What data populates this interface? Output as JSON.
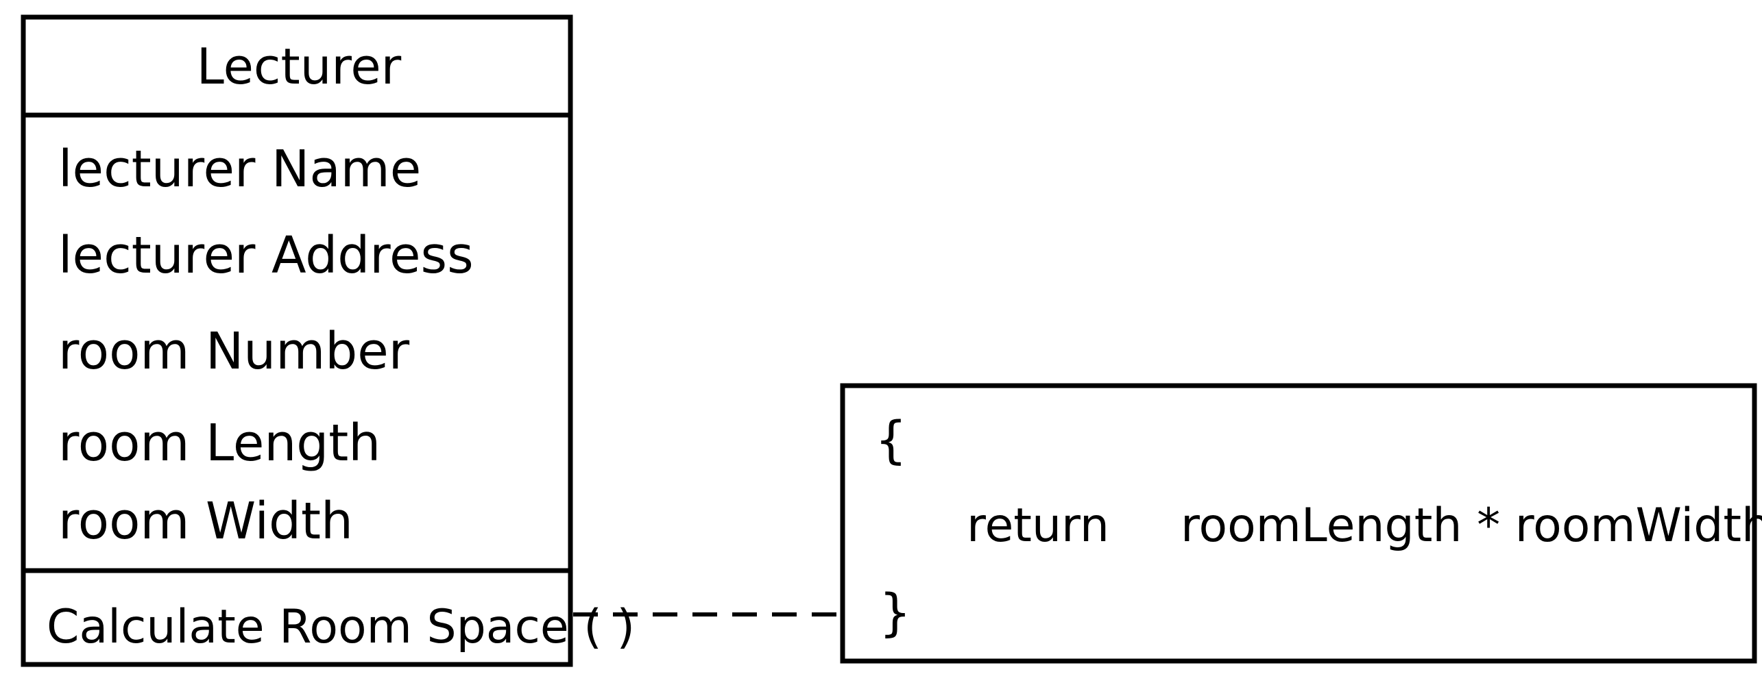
{
  "class": {
    "name": "Lecturer",
    "attributes": [
      "lecturer Name",
      "lecturer Address",
      "room Number",
      "room Length",
      "room Width"
    ],
    "methods": [
      "Calculate Room Space ( )"
    ]
  },
  "note": {
    "open_brace": "{",
    "code_keyword": "return",
    "code_expression": "roomLength * roomWidth ;",
    "close_brace": "}"
  }
}
